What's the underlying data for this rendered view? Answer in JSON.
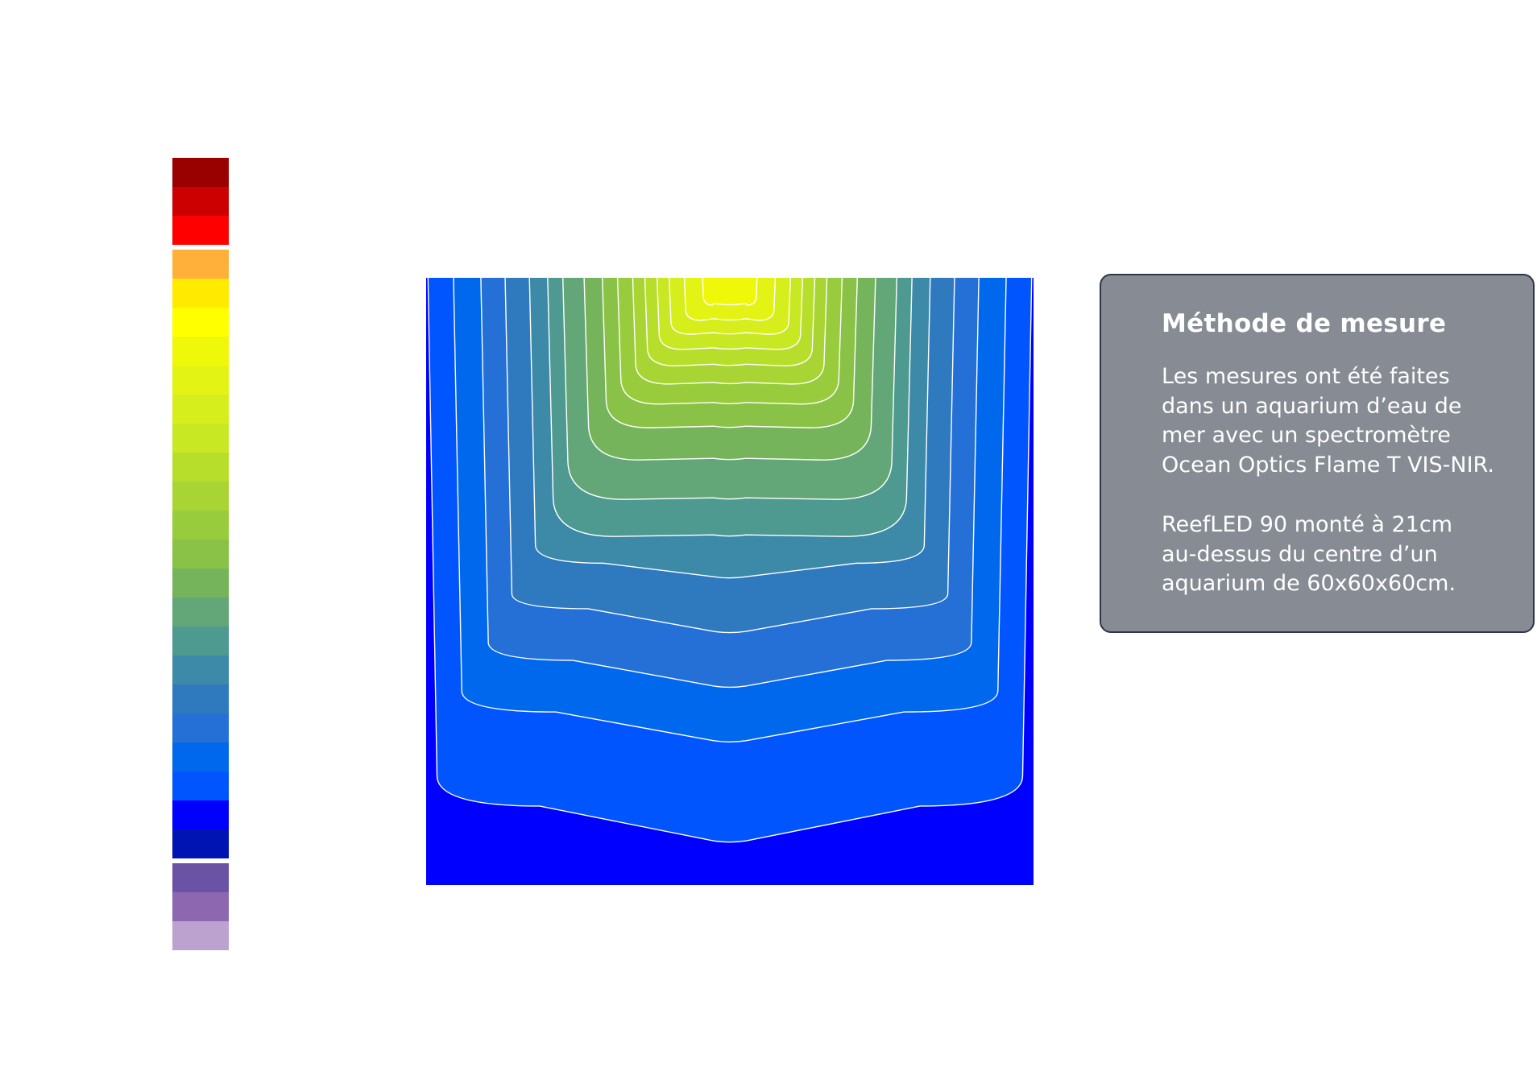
{
  "legend": {
    "swatches": [
      {
        "id": "red-1",
        "color": "#990000"
      },
      {
        "id": "red-2",
        "color": "#cc0000"
      },
      {
        "id": "red-3",
        "color": "#ff0000"
      },
      {
        "id": "gap-1",
        "color": null
      },
      {
        "id": "orange",
        "color": "#ffb03b"
      },
      {
        "id": "yellow-1",
        "color": "#ffea00"
      },
      {
        "id": "yellow-2",
        "color": "#ffff00"
      },
      {
        "id": "yellow-3",
        "color": "#f0f80a"
      },
      {
        "id": "yellow-green-1",
        "color": "#e3f414"
      },
      {
        "id": "yellow-green-2",
        "color": "#d6ee1c"
      },
      {
        "id": "yellow-green-3",
        "color": "#c8e824"
      },
      {
        "id": "yellow-green-4",
        "color": "#b8de2c"
      },
      {
        "id": "green-1",
        "color": "#a8d534"
      },
      {
        "id": "green-2",
        "color": "#98cc3c"
      },
      {
        "id": "green-3",
        "color": "#89c246"
      },
      {
        "id": "green-4",
        "color": "#76b45c"
      },
      {
        "id": "green-5",
        "color": "#63a778"
      },
      {
        "id": "teal-1",
        "color": "#4e9990"
      },
      {
        "id": "teal-2",
        "color": "#3c89a8"
      },
      {
        "id": "blue-1",
        "color": "#2f79bf"
      },
      {
        "id": "blue-2",
        "color": "#2470d6"
      },
      {
        "id": "blue-3",
        "color": "#0068ec"
      },
      {
        "id": "blue-4",
        "color": "#0055ff"
      },
      {
        "id": "blue-5",
        "color": "#0000ff"
      },
      {
        "id": "blue-6",
        "color": "#0014b4"
      },
      {
        "id": "gap-2",
        "color": null
      },
      {
        "id": "violet-1",
        "color": "#6a52a4"
      },
      {
        "id": "violet-2",
        "color": "#8d68b0"
      },
      {
        "id": "violet-3",
        "color": "#bca2cf"
      }
    ]
  },
  "heatmap": {
    "outer_color": "#0000ff",
    "line_color": "#ffffff",
    "levels": [
      {
        "color": "#0055ff",
        "top_half_width": 0.497,
        "bottom_y": 0.93,
        "corner_y": 0.82,
        "vee_depth": 0.06
      },
      {
        "color": "#0068ec",
        "top_half_width": 0.455,
        "bottom_y": 0.765,
        "corner_y": 0.68,
        "vee_depth": 0.05
      },
      {
        "color": "#2470d6",
        "top_half_width": 0.41,
        "bottom_y": 0.675,
        "corner_y": 0.6,
        "vee_depth": 0.045
      },
      {
        "color": "#2f79bf",
        "top_half_width": 0.37,
        "bottom_y": 0.585,
        "corner_y": 0.52,
        "vee_depth": 0.04
      },
      {
        "color": "#3c89a8",
        "top_half_width": 0.33,
        "bottom_y": 0.495,
        "corner_y": 0.44,
        "vee_depth": 0.025
      },
      {
        "color": "#4e9990",
        "top_half_width": 0.3,
        "bottom_y": 0.426,
        "corner_y": 0.36,
        "vee_depth": 0.0
      },
      {
        "color": "#63a778",
        "top_half_width": 0.275,
        "bottom_y": 0.365,
        "corner_y": 0.3,
        "vee_depth": 0.0
      },
      {
        "color": "#76b45c",
        "top_half_width": 0.24,
        "bottom_y": 0.3,
        "corner_y": 0.24,
        "vee_depth": 0.0
      },
      {
        "color": "#89c246",
        "top_half_width": 0.21,
        "bottom_y": 0.247,
        "corner_y": 0.2,
        "vee_depth": 0.0
      },
      {
        "color": "#98cc3c",
        "top_half_width": 0.185,
        "bottom_y": 0.208,
        "corner_y": 0.165,
        "vee_depth": 0.0
      },
      {
        "color": "#a8d534",
        "top_half_width": 0.16,
        "bottom_y": 0.175,
        "corner_y": 0.14,
        "vee_depth": 0.0
      },
      {
        "color": "#b8de2c",
        "top_half_width": 0.14,
        "bottom_y": 0.145,
        "corner_y": 0.115,
        "vee_depth": 0.0
      },
      {
        "color": "#c8e824",
        "top_half_width": 0.12,
        "bottom_y": 0.118,
        "corner_y": 0.092,
        "vee_depth": 0.0
      },
      {
        "color": "#d6ee1c",
        "top_half_width": 0.1,
        "bottom_y": 0.093,
        "corner_y": 0.072,
        "vee_depth": 0.0
      },
      {
        "color": "#e3f414",
        "top_half_width": 0.075,
        "bottom_y": 0.07,
        "corner_y": 0.052,
        "vee_depth": 0.0
      },
      {
        "color": "#f0f80a",
        "top_half_width": 0.045,
        "bottom_y": 0.045,
        "corner_y": 0.03,
        "vee_depth": 0.0
      }
    ]
  },
  "info": {
    "title": "Méthode de mesure",
    "paragraph_1": "Les mesures ont été faites\ndans un aquarium d’eau de\nmer avec un spectromètre\nOcean Optics Flame T VIS-NIR.",
    "paragraph_2": "ReefLED 90 monté à 21cm\nau-dessus du centre d’un\naquarium de 60x60x60cm."
  }
}
